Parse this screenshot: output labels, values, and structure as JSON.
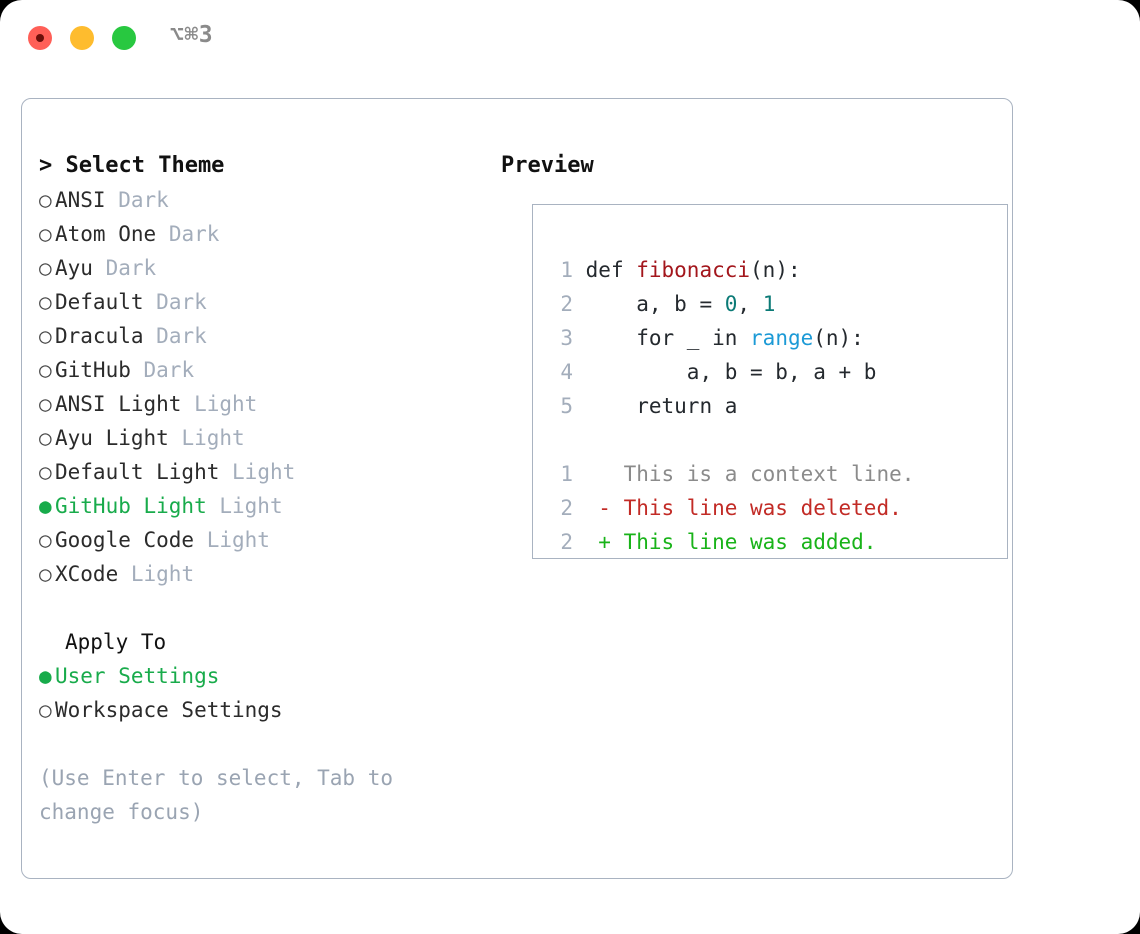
{
  "window": {
    "title": "⌥⌘3",
    "traffic_lights": [
      {
        "name": "close",
        "color": "#ff5f57"
      },
      {
        "name": "minimize",
        "color": "#febc2e"
      },
      {
        "name": "zoom",
        "color": "#28c840"
      }
    ]
  },
  "theme_panel": {
    "header": "> Select Theme",
    "selected_theme": "GitHub Light",
    "accent_color": "#18ab4b",
    "bullet_selected": "●",
    "bullet_unselected": "○",
    "items": [
      {
        "bullet": "○",
        "name": "ANSI",
        "variant": "Dark",
        "selected": false
      },
      {
        "bullet": "○",
        "name": "Atom One",
        "variant": "Dark",
        "selected": false
      },
      {
        "bullet": "○",
        "name": "Ayu",
        "variant": "Dark",
        "selected": false
      },
      {
        "bullet": "○",
        "name": "Default",
        "variant": "Dark",
        "selected": false
      },
      {
        "bullet": "○",
        "name": "Dracula",
        "variant": "Dark",
        "selected": false
      },
      {
        "bullet": "○",
        "name": "GitHub",
        "variant": "Dark",
        "selected": false
      },
      {
        "bullet": "○",
        "name": "ANSI Light",
        "variant": "Light",
        "selected": false
      },
      {
        "bullet": "○",
        "name": "Ayu Light",
        "variant": "Light",
        "selected": false
      },
      {
        "bullet": "○",
        "name": "Default Light",
        "variant": "Light",
        "selected": false
      },
      {
        "bullet": "●",
        "name": "GitHub Light",
        "variant": "Light",
        "selected": true
      },
      {
        "bullet": "○",
        "name": "Google Code",
        "variant": "Light",
        "selected": false
      },
      {
        "bullet": "○",
        "name": "XCode",
        "variant": "Light",
        "selected": false
      }
    ]
  },
  "apply_to": {
    "header": "Apply To",
    "selected": "User Settings",
    "items": [
      {
        "bullet": "●",
        "label": "User Settings",
        "selected": true
      },
      {
        "bullet": "○",
        "label": "Workspace Settings",
        "selected": false
      }
    ]
  },
  "hint": "(Use Enter to select, Tab to change focus)",
  "preview": {
    "header": "Preview",
    "code_lines": [
      {
        "no": "1",
        "tokens": [
          {
            "t": "def ",
            "k": "plain"
          },
          {
            "t": "fibonacci",
            "k": "fn"
          },
          {
            "t": "(n):",
            "k": "plain"
          }
        ]
      },
      {
        "no": "2",
        "tokens": [
          {
            "t": "    a, b = ",
            "k": "plain"
          },
          {
            "t": "0",
            "k": "num"
          },
          {
            "t": ", ",
            "k": "plain"
          },
          {
            "t": "1",
            "k": "num"
          }
        ]
      },
      {
        "no": "3",
        "tokens": [
          {
            "t": "    for _ in ",
            "k": "plain"
          },
          {
            "t": "range",
            "k": "call"
          },
          {
            "t": "(n):",
            "k": "plain"
          }
        ]
      },
      {
        "no": "4",
        "tokens": [
          {
            "t": "        a, b = b, a + b",
            "k": "plain"
          }
        ]
      },
      {
        "no": "5",
        "tokens": [
          {
            "t": "    return a",
            "k": "plain"
          }
        ]
      }
    ],
    "diff_lines": [
      {
        "no": "1",
        "marker": " ",
        "text": "This is a context line.",
        "kind": "context"
      },
      {
        "no": "2",
        "marker": "-",
        "text": "This line was deleted.",
        "kind": "deleted"
      },
      {
        "no": "2",
        "marker": "+",
        "text": "This line was added.",
        "kind": "added"
      }
    ],
    "colors": {
      "function": "#a3161c",
      "number": "#0b7a76",
      "call": "#1c9ad6",
      "plain": "#24292e",
      "line_number": "#a3adbb",
      "diff_context": "#8b8b8b",
      "diff_deleted": "#c22b26",
      "diff_added": "#19b319"
    }
  }
}
